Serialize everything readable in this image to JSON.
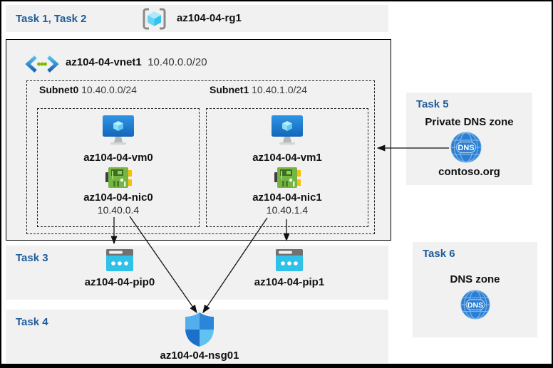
{
  "tasks": {
    "t12": {
      "label": "Task 1, Task 2"
    },
    "t3": {
      "label": "Task 3"
    },
    "t4": {
      "label": "Task 4"
    },
    "t5": {
      "label": "Task 5",
      "title": "Private DNS zone",
      "zone_name": "contoso.org"
    },
    "t6": {
      "label": "Task 6",
      "title": "DNS zone"
    }
  },
  "resource_group": {
    "name": "az104-04-rg1"
  },
  "vnet": {
    "name": "az104-04-vnet1",
    "cidr": "10.40.0.0/20"
  },
  "subnets": [
    {
      "name": "Subnet0",
      "cidr": "10.40.0.0/24",
      "vm": "az104-04-vm0",
      "nic": "az104-04-nic0",
      "ip": "10.40.0.4"
    },
    {
      "name": "Subnet1",
      "cidr": "10.40.1.0/24",
      "vm": "az104-04-vm1",
      "nic": "az104-04-nic1",
      "ip": "10.40.1.4"
    }
  ],
  "public_ips": [
    "az104-04-pip0",
    "az104-04-pip1"
  ],
  "nsg": {
    "name": "az104-04-nsg01"
  },
  "dns_icon_text": "DNS",
  "colors": {
    "task_label": "#1F5C99",
    "panel_bg": "#f1f1f1",
    "border": "#000000",
    "vm_blue": "#1e7ed6",
    "nic_green": "#74b544",
    "pip_cyan": "#30c1e8",
    "dns_blue": "#2a7fd4"
  }
}
